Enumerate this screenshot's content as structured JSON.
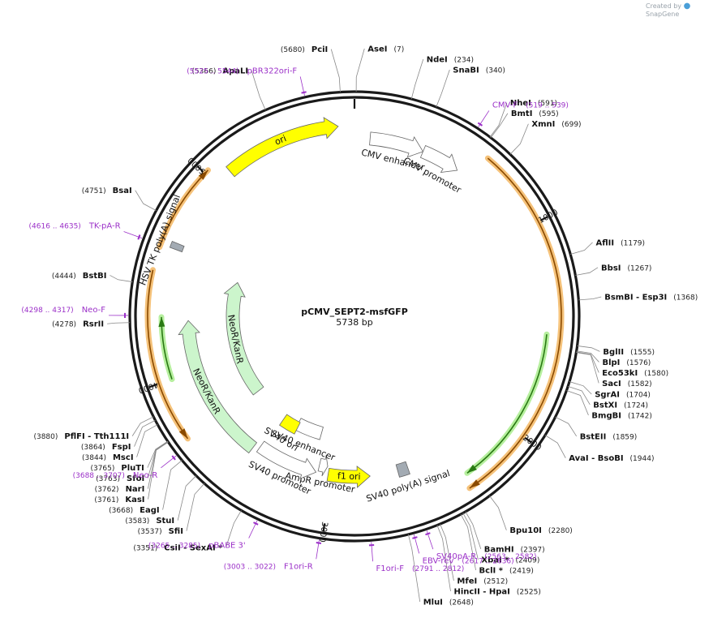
{
  "header": {
    "credit_text": "Created by",
    "brand": "SnapGene"
  },
  "plasmid": {
    "name": "pCMV_SEPT2-msfGFP",
    "length_label": "5738 bp",
    "length": 5738
  },
  "ticks": [
    {
      "bp": 1000,
      "label": "1000"
    },
    {
      "bp": 2000,
      "label": "2000"
    },
    {
      "bp": 3000,
      "label": "3000"
    },
    {
      "bp": 4000,
      "label": "4000"
    },
    {
      "bp": 5000,
      "label": "5000"
    }
  ],
  "features": [
    {
      "name": "ori",
      "start": 5090,
      "end": 5660,
      "radius": 235,
      "dir": 1,
      "color": "#ffff00",
      "label": "ori",
      "label_mode": "inside"
    },
    {
      "name": "CMV enhancer",
      "start": 80,
      "end": 360,
      "radius": 220,
      "dir": 1,
      "color": "#ffffff",
      "label": "CMV enhancer",
      "label_mode": "below"
    },
    {
      "name": "CMV promoter",
      "start": 360,
      "end": 560,
      "radius": 220,
      "dir": 1,
      "color": "#ffffff",
      "label": "CMV promoter",
      "label_mode": "below"
    },
    {
      "name": "SV40 poly(A) signal",
      "start": 2560,
      "end": 2620,
      "radius": 198,
      "dir": 0,
      "color": "#a3abb3",
      "label": "SV40 poly(A) signal",
      "label_mode": "above"
    },
    {
      "name": "f1 ori",
      "start": 2780,
      "end": 3020,
      "radius": 198,
      "dir": -1,
      "color": "#ffff00",
      "label": "f1 ori",
      "label_mode": "inside"
    },
    {
      "name": "AmpR promoter",
      "start": 3030,
      "end": 3080,
      "radius": 188,
      "dir": -1,
      "color": "#ffffff",
      "label": "AmpR promoter",
      "label_mode": "above"
    },
    {
      "name": "SV40 promoter",
      "start": 3090,
      "end": 3440,
      "radius": 198,
      "dir": -1,
      "color": "#ffffff",
      "label": "SV40 promoter",
      "label_mode": "above"
    },
    {
      "name": "SV40 enhancer",
      "start": 3120,
      "end": 3310,
      "radius": 150,
      "dir": 0,
      "color": "#ffffff",
      "label": "SV40 enhancer",
      "label_mode": "above"
    },
    {
      "name": "SV40 ori",
      "start": 3300,
      "end": 3420,
      "radius": 155,
      "dir": 0,
      "color": "#ffff00",
      "label": "SV40 ori",
      "label_mode": "above"
    },
    {
      "name": "NeoR/KanR (outer)",
      "start": 3470,
      "end": 4280,
      "radius": 205,
      "dir": 1,
      "color": "#ccf5cc",
      "label": "NeoR/KanR",
      "label_mode": "inside"
    },
    {
      "name": "NeoR/KanR (inner)",
      "start": 3700,
      "end": 4560,
      "radius": 150,
      "dir": 1,
      "color": "#ccf5cc",
      "label": "NeoR/KanR",
      "label_mode": "inside"
    },
    {
      "name": "HSV TK poly(A) signal",
      "start": 4630,
      "end": 4660,
      "radius": 235,
      "dir": 0,
      "color": "#a3abb3",
      "label": "HSV TK poly(A) signal",
      "label_mode": "above"
    }
  ],
  "orfs": [
    {
      "start": 640,
      "end": 2330,
      "radius": 255,
      "dir": 1,
      "highlight": "#f5c27a",
      "line": "#8a4a00"
    },
    {
      "start": 1520,
      "end": 2300,
      "radius": 238,
      "dir": 1,
      "highlight": "#b6ef9e",
      "line": "#2a7a14"
    },
    {
      "start": 3725,
      "end": 4510,
      "radius": 255,
      "dir": -1,
      "highlight": "#f5c27a",
      "line": "#8a4a00"
    },
    {
      "start": 4615,
      "end": 5020,
      "radius": 255,
      "dir": 1,
      "highlight": "#f5c27a",
      "line": "#8a4a00"
    },
    {
      "start": 4000,
      "end": 4300,
      "radius": 238,
      "dir": 1,
      "highlight": "#b6ef9e",
      "line": "#2a7a14"
    }
  ],
  "sites": [
    {
      "name": "PciI",
      "pos_label": "(5680)",
      "bp": 5680
    },
    {
      "name": "AseI",
      "pos_label": "(7)",
      "bp": 7
    },
    {
      "name": "NdeI",
      "pos_label": "(234)",
      "bp": 234
    },
    {
      "name": "SnaBI",
      "pos_label": "(340)",
      "bp": 340
    },
    {
      "name": "NheI",
      "pos_label": "(591)",
      "bp": 591
    },
    {
      "name": "BmtI",
      "pos_label": "(595)",
      "bp": 595
    },
    {
      "name": "XmnI",
      "pos_label": "(699)",
      "bp": 699
    },
    {
      "name": "AflII",
      "pos_label": "(1179)",
      "bp": 1179
    },
    {
      "name": "BbsI",
      "pos_label": "(1267)",
      "bp": 1267
    },
    {
      "name": "BsmBI   - Esp3I",
      "pos_label": "(1368)",
      "bp": 1368
    },
    {
      "name": "BglII",
      "pos_label": "(1555)",
      "bp": 1555
    },
    {
      "name": "BlpI",
      "pos_label": "(1576)",
      "bp": 1576
    },
    {
      "name": "Eco53kI",
      "pos_label": "(1580)",
      "bp": 1580
    },
    {
      "name": "SacI",
      "pos_label": "(1582)",
      "bp": 1582
    },
    {
      "name": "SgrAI",
      "pos_label": "(1704)",
      "bp": 1704
    },
    {
      "name": "BstXI",
      "pos_label": "(1724)",
      "bp": 1724
    },
    {
      "name": "BmgBI",
      "pos_label": "(1742)",
      "bp": 1742
    },
    {
      "name": "BstEII",
      "pos_label": "(1859)",
      "bp": 1859
    },
    {
      "name": "AvaI   - BsoBI",
      "pos_label": "(1944)",
      "bp": 1944
    },
    {
      "name": "Bpu10I",
      "pos_label": "(2280)",
      "bp": 2280
    },
    {
      "name": "BamHI",
      "pos_label": "(2397)",
      "bp": 2397
    },
    {
      "name": "XbaI  *",
      "pos_label": "(2409)",
      "bp": 2409
    },
    {
      "name": "BclI  *",
      "pos_label": "(2419)",
      "bp": 2419
    },
    {
      "name": "MfeI",
      "pos_label": "(2512)",
      "bp": 2512
    },
    {
      "name": "HincII   - HpaI",
      "pos_label": "(2525)",
      "bp": 2525
    },
    {
      "name": "MluI",
      "pos_label": "(2648)",
      "bp": 2648
    },
    {
      "name": "CsiI   - SexAI  *",
      "pos_label": "(3351)",
      "bp": 3351
    },
    {
      "name": "SfiI",
      "pos_label": "(3537)",
      "bp": 3537
    },
    {
      "name": "StuI",
      "pos_label": "(3583)",
      "bp": 3583
    },
    {
      "name": "EagI",
      "pos_label": "(3668)",
      "bp": 3668
    },
    {
      "name": "KasI",
      "pos_label": "(3761)",
      "bp": 3761
    },
    {
      "name": "NarI",
      "pos_label": "(3762)",
      "bp": 3762
    },
    {
      "name": "SfoI",
      "pos_label": "(3763)",
      "bp": 3763
    },
    {
      "name": "PluTI",
      "pos_label": "(3765)",
      "bp": 3765
    },
    {
      "name": "MscI",
      "pos_label": "(3844)",
      "bp": 3844
    },
    {
      "name": "FspI",
      "pos_label": "(3864)",
      "bp": 3864
    },
    {
      "name": "PflFI   - Tth111I",
      "pos_label": "(3880)",
      "bp": 3880
    },
    {
      "name": "RsrII",
      "pos_label": "(4278)",
      "bp": 4278
    },
    {
      "name": "BstBI",
      "pos_label": "(4444)",
      "bp": 4444
    },
    {
      "name": "BsaI",
      "pos_label": "(4751)",
      "bp": 4751
    },
    {
      "name": "ApaLI",
      "pos_label": "(5366)",
      "bp": 5366
    }
  ],
  "primers": [
    {
      "name": "pBR322ori-F",
      "pos_label": "(5525 .. 5544)",
      "bp": 5535
    },
    {
      "name": "CMV-F",
      "pos_label": "(519 .. 539)",
      "bp": 529
    },
    {
      "name": "SV40pA-R",
      "pos_label": "(2563 .. 2582)",
      "bp": 2572
    },
    {
      "name": "EBV-rev",
      "pos_label": "(2617 .. 2636)",
      "bp": 2626
    },
    {
      "name": "F1ori-F",
      "pos_label": "(2791 .. 2812)",
      "bp": 2801
    },
    {
      "name": "F1ori-R",
      "pos_label": "(3003 .. 3022)",
      "bp": 3012
    },
    {
      "name": "pBABE 3'",
      "pos_label": "(3265 .. 3285)",
      "bp": 3275
    },
    {
      "name": "Neo-R",
      "pos_label": "(3688 .. 3707)",
      "bp": 3697
    },
    {
      "name": "Neo-F",
      "pos_label": "(4298 .. 4317)",
      "bp": 4307
    },
    {
      "name": "TK-pA-R",
      "pos_label": "(4616 .. 4635)",
      "bp": 4625
    }
  ]
}
